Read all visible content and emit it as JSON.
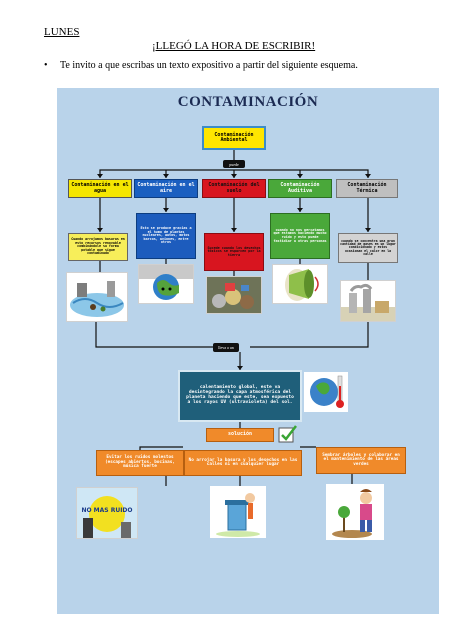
{
  "header": {
    "day": "LUNES",
    "title": "¡LLEGÓ LA HORA DE ESCRIBIR!",
    "bullet_symbol": "•",
    "instruction": "Te invito a que escribas un texto expositivo a partir del siguiente esquema."
  },
  "poster": {
    "title": "CONTAMINACIÓN",
    "root": "Contaminación Ambiental",
    "connector_top": "puede",
    "connector_mid": "lleva a un",
    "types": [
      {
        "label": "Contaminación en el agua",
        "color": "#f5e600",
        "text_color": "#000000"
      },
      {
        "label": "Contaminación en el aire",
        "color": "#1a5fc0",
        "text_color": "#ffffff"
      },
      {
        "label": "Contaminación del suelo",
        "color": "#d8151f",
        "text_color": "#111111"
      },
      {
        "label": "Contaminación Auditiva",
        "color": "#4aa83a",
        "text_color": "#ffffff"
      },
      {
        "label": "Contaminación Térmica",
        "color": "#bfbfbf",
        "text_color": "#000000"
      }
    ],
    "details": [
      {
        "text": "Cuando arrojamos basuras en esto recursos renovable combinándole su forma potable que sigue contaminado",
        "color": "#f7ee5a",
        "text_color": "#000000"
      },
      {
        "text": "Esto se produce gracias a el humo de plantas nucleares, autos, motos barcos, aviones, entre otros",
        "color": "#1d5cbd",
        "text_color": "#ffffff"
      },
      {
        "text": "Sucede cuando los desechos tóxicos se esparcen por la tierra",
        "color": "#d8151f",
        "text_color": "#111111"
      },
      {
        "text": "cuando no nos percatamos que estamos haciendo mucho ruido y esto puede fastidiar a otras personas",
        "color": "#4aa83a",
        "text_color": "#ffffff"
      },
      {
        "text": "cuando se concentra una gran cantidad de gases en un lugar condicionado y estos ocasionan el calor en la calle",
        "color": "#d3d3d3",
        "text_color": "#000000"
      }
    ],
    "global": "calentamiento global, este va desintegrando la capa atmosférica del planeta haciendo que este, sea expuesto a los rayos UV (ultravioleta) del sol.",
    "solution_label": "solución",
    "solutions": [
      "Evitar los ruidos molestos (escapes abiertos, bocinas, música fuerte",
      "No arrojar la basura y los desechos en las calles ni en cualquier lugar",
      "Sembrar árboles y colaborar en el mantenimiento de las áreas verdes"
    ],
    "sign_text": "NO MAS RUIDO",
    "colors": {
      "background": "#b9d3ea",
      "root": "#ffe600",
      "root_border": "#3c8cc8",
      "global": "#1f5f7a",
      "solution": "#f08a2a"
    }
  }
}
